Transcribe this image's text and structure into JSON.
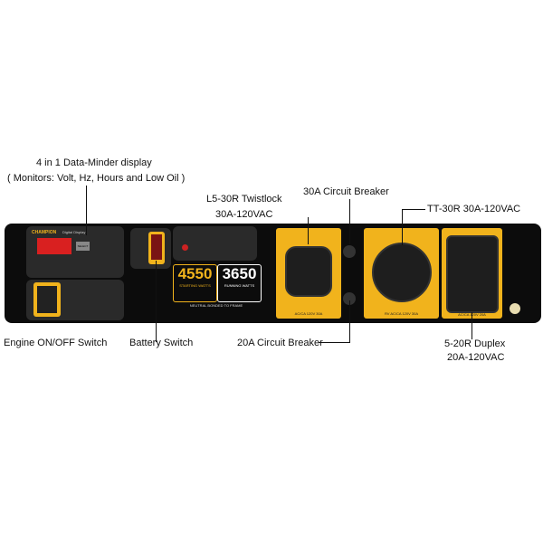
{
  "callouts": {
    "data_minder": {
      "line1": "4 in 1 Data-Minder display",
      "line2": "( Monitors: Volt, Hz, Hours and Low Oil )"
    },
    "twistlock": {
      "line1": "L5-30R Twistlock",
      "line2": "30A-120VAC"
    },
    "breaker30": "30A Circuit Breaker",
    "tt30": "TT-30R  30A-120VAC",
    "engine_switch": "Engine ON/OFF Switch",
    "battery_switch": "Battery Switch",
    "breaker20": "20A Circuit Breaker",
    "duplex": {
      "line1": "5-20R Duplex",
      "line2": "20A-120VAC"
    }
  },
  "panel": {
    "brand": "CHAMPION",
    "display_title": "Digital Display",
    "select": "SELECT",
    "starting_watts": "4550",
    "starting_label": "STARTING WATTS",
    "running_watts": "3650",
    "running_label": "RUNNING WATTS",
    "neutral": "NEUTRAL BONDED TO FRAME",
    "l5_rating": "AC/CA 120V 30A",
    "tt_rating": "RV AC/CA 120V 30A",
    "duplex_rating": "AC/CA 120V 20A",
    "colors": {
      "accent": "#f1b31c",
      "panel": "#0c0c0c",
      "display": "#d92020"
    }
  }
}
